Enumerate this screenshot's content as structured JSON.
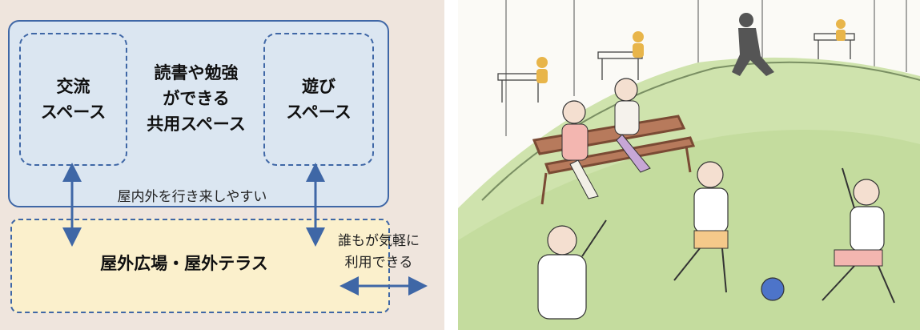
{
  "diagram": {
    "left_zone": {
      "line1": "交流",
      "line2": "スペース"
    },
    "center": {
      "line1": "読書や勉強",
      "line2": "ができる",
      "line3": "共用スペース"
    },
    "right_zone": {
      "line1": "遊び",
      "line2": "スペース"
    },
    "indoor_caption": "屋内外を行き来しやすい",
    "outdoor_label": "屋外広場・屋外テラス",
    "outdoor_caption": {
      "line1": "誰もが気軽に",
      "line2": "利用できる"
    }
  },
  "colors": {
    "background": "#efe5dd",
    "indoor_fill": "#dbe6f1",
    "outdoor_fill": "#fbf0cc",
    "accent_blue": "#3f67a6"
  },
  "illustration": {
    "description_icon": "park-scene-illustration"
  }
}
